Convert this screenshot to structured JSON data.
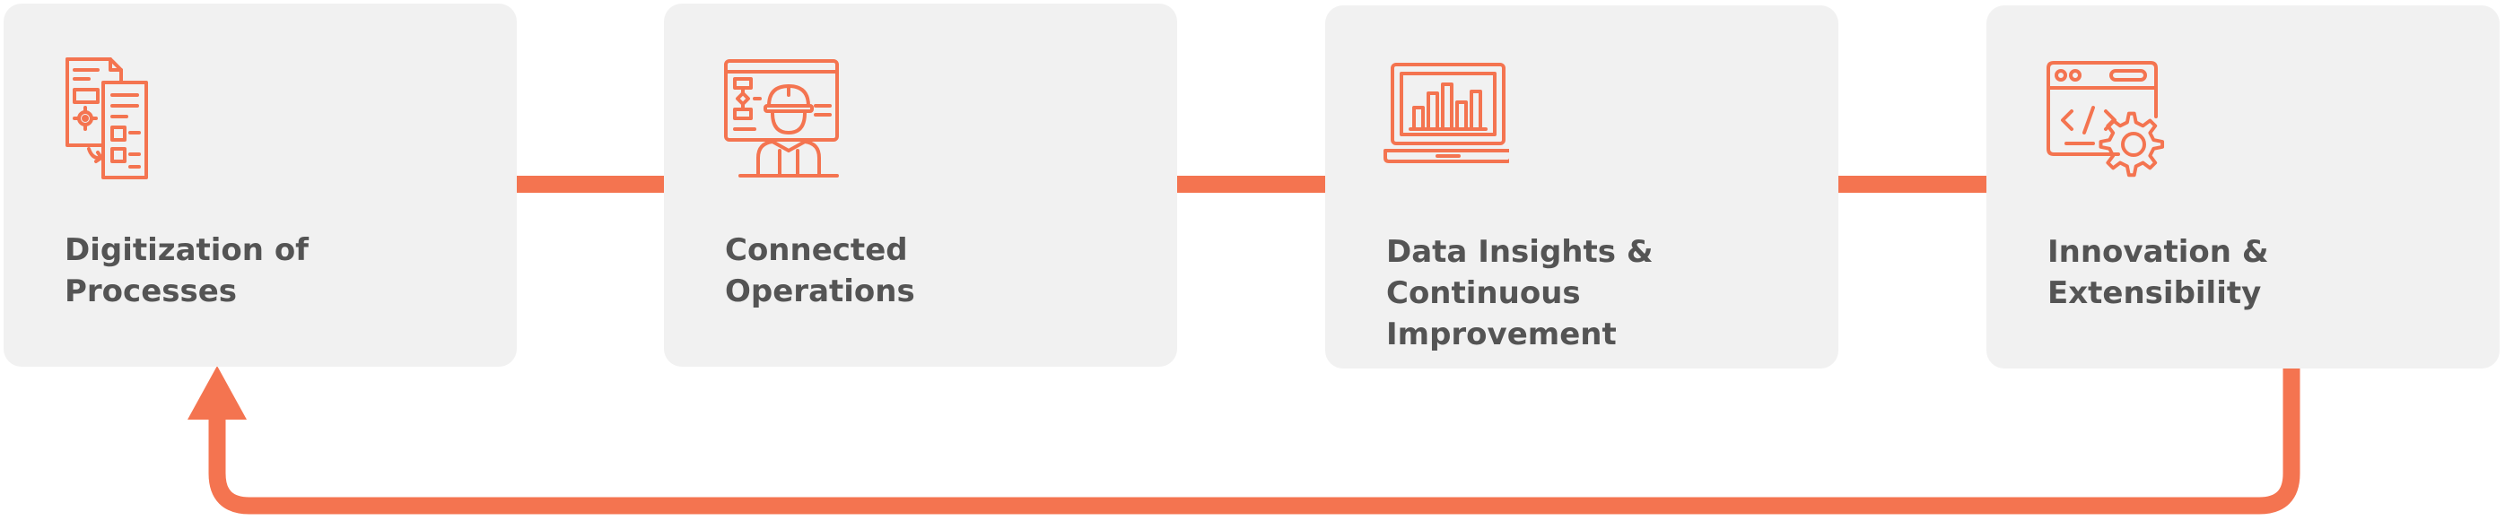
{
  "colors": {
    "accent": "#f47450",
    "card_background": "#f1f1f1",
    "text": "#545454"
  },
  "steps": [
    {
      "icon": "document-settings-icon",
      "title_lines": [
        "Digitization of",
        "Processes"
      ]
    },
    {
      "icon": "worker-monitor-icon",
      "title_lines": [
        "Connected",
        "Operations"
      ]
    },
    {
      "icon": "laptop-chart-icon",
      "title_lines": [
        "Data Insights &",
        "Continuous Improvement"
      ]
    },
    {
      "icon": "browser-code-gear-icon",
      "title_lines": [
        "Innovation &",
        "Extensibility"
      ]
    }
  ],
  "flow": {
    "sequence": [
      "step-1",
      "step-2",
      "step-3",
      "step-4"
    ],
    "loop_back": {
      "from": "step-4",
      "to": "step-1"
    }
  }
}
